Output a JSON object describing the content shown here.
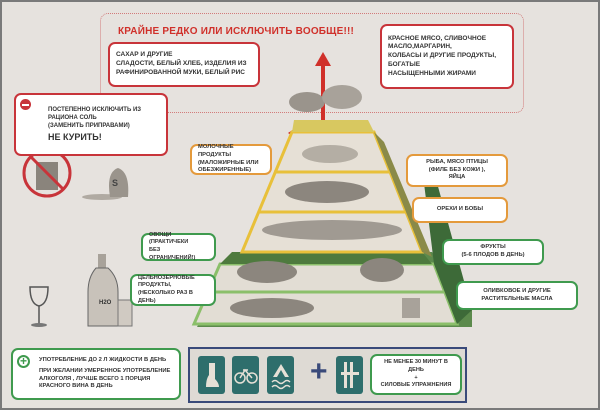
{
  "top": {
    "title": "КРАЙНЕ РЕДКО ИЛИ ИСКЛЮЧИТЬ ВООБЩЕ!!!",
    "left_callout": [
      "САХАР И ДРУГИЕ",
      "СЛАДОСТИ, БЕЛЫЙ ХЛЕБ, ИЗДЕЛИЯ ИЗ",
      "РАФИНИРОВАННОЙ МУКИ, БЕЛЫЙ РИС"
    ],
    "right_callout": [
      "КРАСНОЕ МЯСО, СЛИВОЧНОЕ",
      "МАСЛО,МАРГАРИН,",
      "КОЛБАСЫ И ДРУГИЕ ПРОДУКТЫ,",
      "БОГАТЫЕ",
      "НАСЫЩЕННЫМИ ЖИРАМИ"
    ]
  },
  "salt": {
    "lines": [
      "ПОСТЕПЕННО ИСКЛЮЧИТЬ ИЗ",
      "РАЦИОНА СОЛЬ",
      "(ЗАМЕНИТЬ ПРИПРАВАМИ)"
    ],
    "no_smoking": "НЕ КУРИТЬ!",
    "shaker_letter": "S"
  },
  "pyramid": {
    "dairy": [
      "МОЛОЧНЫЕ ПРОДУКТЫ",
      "(МАЛОЖИРНЫЕ ИЛИ",
      "ОБЕЗЖИРЕННЫЕ)"
    ],
    "fish": [
      "РЫБА, МЯСО ПТИЦЫ",
      "(ФИЛЕ БЕЗ КОЖИ ),",
      "ЯЙЦА"
    ],
    "nuts": [
      "ОРЕХИ И БОБЫ"
    ],
    "vegetables": [
      "ОВОЩИ (ПРАКТИЧЕКИ",
      "БЕЗ ОГРАНИЧЕНИЙ!)"
    ],
    "fruits": [
      "ФРУКТЫ",
      "(5-6 ПЛОДОВ В ДЕНЬ)"
    ],
    "grains": [
      "ЦЕЛЬНОЗЕРНОВЫЕ",
      "ПРОДУКТЫ,",
      "(НЕСКОЛЬКО РАЗ В ДЕНЬ)"
    ],
    "oils": [
      "ОЛИВКОВОЕ И ДРУГИЕ",
      "РАСТИТЕЛЬНЫЕ МАСЛА"
    ]
  },
  "liquids": {
    "title": "УПОТРЕБЛЕНИЕ ДО 2 Л ЖИДКОСТИ В ДЕНЬ",
    "lines": [
      "ПРИ ЖЕЛАНИИ УМЕРЕННОЕ УПОТРЕБЛЕНИЕ",
      "АЛКОГОЛЯ , ЛУЧШЕ ВСЕГО  1 ПОРЦИЯ",
      "КРАСНОГО ВИНА В ДЕНЬ"
    ],
    "bottle_label": "H2O"
  },
  "activity": {
    "plus": "+",
    "lines": [
      "НЕ МЕНЕЕ 30 МИНУТ В ДЕНЬ",
      "+",
      "СИЛОВЫЕ УПРАЖНЕНИЯ"
    ]
  },
  "colors": {
    "red": "#c8343a",
    "orange": "#e49a3c",
    "green": "#3f9a4e",
    "teal": "#2e6e6c",
    "navy": "#3a4a7a"
  }
}
